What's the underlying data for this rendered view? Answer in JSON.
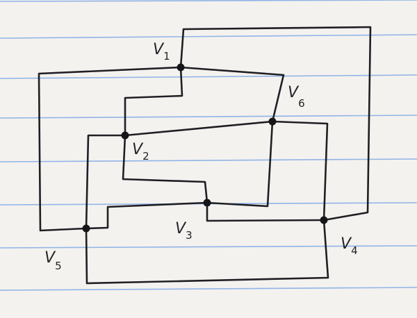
{
  "diagram": {
    "vertices": [
      {
        "id": "v1",
        "letter": "V",
        "index": "1"
      },
      {
        "id": "v2",
        "letter": "V",
        "index": "2"
      },
      {
        "id": "v3",
        "letter": "V",
        "index": "3"
      },
      {
        "id": "v4",
        "letter": "V",
        "index": "4"
      },
      {
        "id": "v5",
        "letter": "V",
        "index": "5"
      },
      {
        "id": "v6",
        "letter": "V",
        "index": "6"
      }
    ],
    "colors": {
      "paper": "#f4f2ef",
      "ruled_lines": "#8fb4e6",
      "ink": "#1f1f24"
    }
  }
}
